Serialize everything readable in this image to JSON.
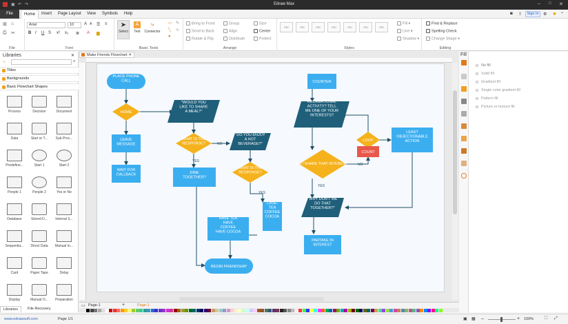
{
  "app": {
    "title": "Edraw Max",
    "sign_in": "Sign In"
  },
  "menu": [
    "File",
    "Home",
    "Insert",
    "Page Layout",
    "View",
    "Symbols",
    "Help"
  ],
  "ribbon": {
    "font_name": "Arial",
    "font_size": "10",
    "groups": {
      "file": "File",
      "font": "Font",
      "basic_tools": "Basic Tools",
      "arrange": "Arrange",
      "styles": "Styles",
      "editing": "Editing"
    },
    "tools": {
      "select": "Select",
      "text": "Text",
      "connector": "Connector"
    },
    "arrange_items": [
      "Bring to Front",
      "Send to Back",
      "Rotate & Flip",
      "Group",
      "Align",
      "Distribute",
      "Size",
      "Center",
      "Protect"
    ],
    "style_thumb": "Abc",
    "style_props": [
      "Fill",
      "Line",
      "Shadow"
    ],
    "editing_items": [
      "Find & Replace",
      "Spelling Check",
      "Change Shape"
    ]
  },
  "libraries": {
    "header": "Libraries",
    "sections": [
      "Titles",
      "Backgrounds",
      "Basic Flowchart Shapes"
    ],
    "shapes": [
      "Process",
      "Decision",
      "Document",
      "Data",
      "Start or T...",
      "Sub Proc...",
      "Predefine...",
      "Start 1",
      "Start 2",
      "People 1",
      "People 2",
      "Yes or No",
      "Database",
      "Stored D...",
      "Internal S...",
      "Sequentia...",
      "Direct Data",
      "Manual In...",
      "Card",
      "Paper Tape",
      "Delay",
      "Display",
      "Manual O...",
      "Preparation"
    ],
    "tabs": [
      "Libraries",
      "File Recovery"
    ]
  },
  "document": {
    "tab": "Make Friends Flowchart",
    "page_tab": "Page-1",
    "page_tab_active": "Page-1"
  },
  "flowchart": {
    "place_phone_call": "PLACE PHONE CALL",
    "home": "HOME",
    "leave_message": "LEAVE MESSAGE",
    "wait_callback": "WAIT FOR CALLBACK",
    "share_meal": "\"WOULD YOU LIKE TO SHARE A MEAL?\"",
    "what_response_1": "WHAT IS THE RESPONSE?",
    "enjoy_beverage": "\"DO YOU ENJOY A HOT BEVERAGE?\"",
    "dine_together": "DINE TOGETHER?",
    "what_response_2": "WHAT IS THE RESPONSE?",
    "case_tea": "CASE: TEA COFFEE COCOA",
    "have_tea": "HAVE TEA HAVE COFFEE HAVE COCOA",
    "begin_friendship": "BEGIN FRIENDSHIP",
    "counter": "COUNTER",
    "recreational": "RECREATIONAL ACTIVITY? TELL ME ONE OF YOUR INTERESTS?",
    "do_i_share": "DO I SHARE THAT INTEREST?",
    "loop": "LOOP",
    "count": "COUNT",
    "least_objectionable": "LEAST OBJECTIONABLE ACTION",
    "why_dont": "\"WHY DON'T WE DO THAT TOGETHER?\"",
    "partake": "PARTAKE IN INTEREST",
    "yes": "YES",
    "no": "NO"
  },
  "fill_panel": {
    "title": "Fill",
    "options": [
      "No fill",
      "Solid fill",
      "Gradient fill",
      "Single color gradient fill",
      "Pattern fill",
      "Picture or texture fill"
    ]
  },
  "status": {
    "url": "www.edrawsoft.com",
    "page": "Page 1/1",
    "zoom": "100%"
  },
  "colors": {
    "accent": "#2f7de1",
    "shape_blue": "#3baef0",
    "shape_dark": "#1f5f7a",
    "decision": "#f5b21c",
    "count_red": "#e8584a"
  }
}
